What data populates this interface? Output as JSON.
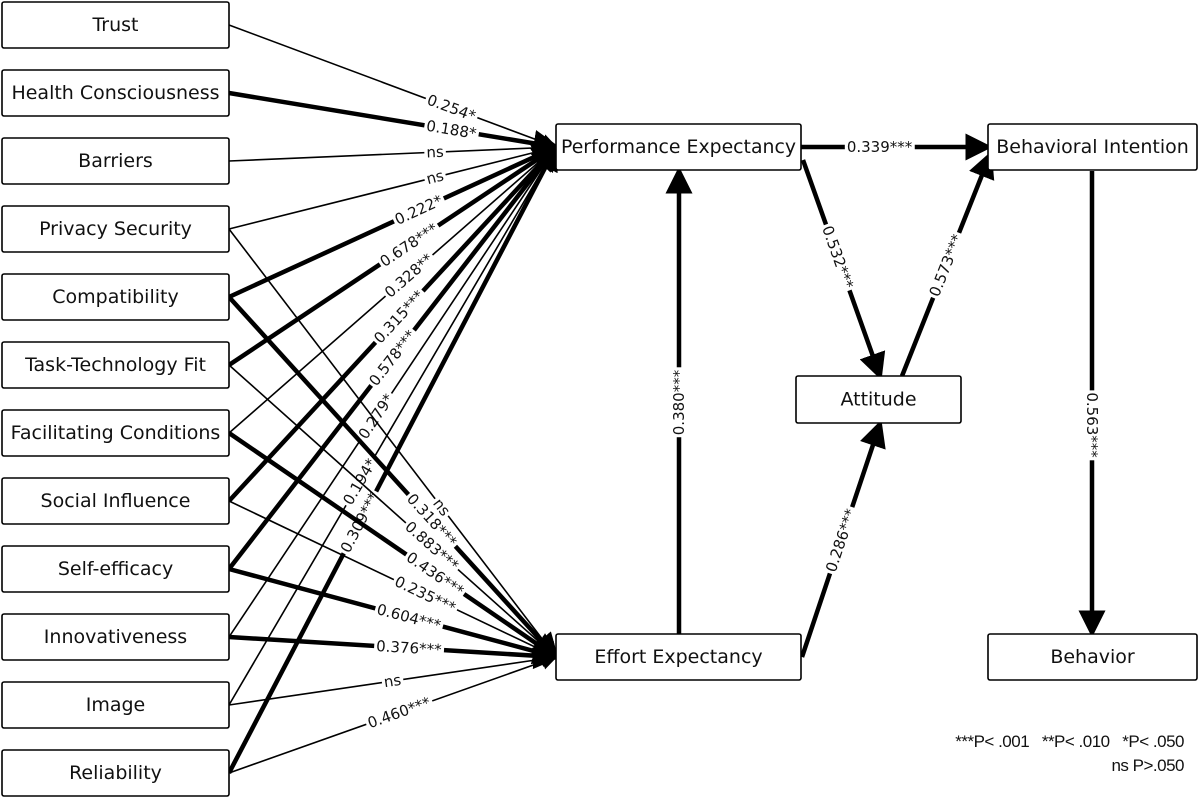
{
  "colors": {
    "line": "#000000",
    "box_fill": "#ffffff",
    "text": "#111111"
  },
  "nodes": {
    "trust": "Trust",
    "health": "Health Consciousness",
    "barriers": "Barriers",
    "privacy": "Privacy Security",
    "compat": "Compatibility",
    "ttf": "Task-Technology Fit",
    "fc": "Facilitating Conditions",
    "si": "Social Influence",
    "se": "Self-efficacy",
    "innov": "Innovativeness",
    "image": "Image",
    "reliab": "Reliability",
    "pe": "Performance Expectancy",
    "ee": "Effort Expectancy",
    "att": "Attitude",
    "bi": "Behavioral Intention",
    "beh": "Behavior"
  },
  "predictors": [
    "trust",
    "health",
    "barriers",
    "privacy",
    "compat",
    "ttf",
    "fc",
    "si",
    "se",
    "innov",
    "image",
    "reliab"
  ],
  "edges": [
    {
      "from": "trust",
      "to": "pe",
      "label": "0.254*",
      "significant": true,
      "strong": false
    },
    {
      "from": "health",
      "to": "pe",
      "label": "0.188*",
      "significant": true,
      "strong": true
    },
    {
      "from": "barriers",
      "to": "pe",
      "label": "ns",
      "significant": false,
      "strong": false
    },
    {
      "from": "privacy",
      "to": "pe",
      "label": "ns",
      "significant": false,
      "strong": false
    },
    {
      "from": "compat",
      "to": "pe",
      "label": "0.222*",
      "significant": true,
      "strong": true
    },
    {
      "from": "ttf",
      "to": "pe",
      "label": "0.678***",
      "significant": true,
      "strong": true
    },
    {
      "from": "fc",
      "to": "pe",
      "label": "0.328**",
      "significant": true,
      "strong": false
    },
    {
      "from": "si",
      "to": "pe",
      "label": "0.315***",
      "significant": true,
      "strong": true
    },
    {
      "from": "se",
      "to": "pe",
      "label": "0.578***",
      "significant": true,
      "strong": true
    },
    {
      "from": "innov",
      "to": "pe",
      "label": "0.279*",
      "significant": true,
      "strong": false
    },
    {
      "from": "image",
      "to": "pe",
      "label": "0.194*",
      "significant": true,
      "strong": false
    },
    {
      "from": "reliab",
      "to": "pe",
      "label": "0.309***",
      "significant": true,
      "strong": true
    },
    {
      "from": "privacy",
      "to": "ee",
      "label": "ns",
      "significant": false,
      "strong": false
    },
    {
      "from": "compat",
      "to": "ee",
      "label": "0.318***",
      "significant": true,
      "strong": true
    },
    {
      "from": "ttf",
      "to": "ee",
      "label": "0.883***",
      "significant": true,
      "strong": false
    },
    {
      "from": "fc",
      "to": "ee",
      "label": "0.436***",
      "significant": true,
      "strong": true
    },
    {
      "from": "si",
      "to": "ee",
      "label": "0.235***",
      "significant": true,
      "strong": false
    },
    {
      "from": "se",
      "to": "ee",
      "label": "0.604***",
      "significant": true,
      "strong": true
    },
    {
      "from": "innov",
      "to": "ee",
      "label": "0.376***",
      "significant": true,
      "strong": true
    },
    {
      "from": "image",
      "to": "ee",
      "label": "ns",
      "significant": false,
      "strong": false
    },
    {
      "from": "reliab",
      "to": "ee",
      "label": "0.460***",
      "significant": true,
      "strong": false
    },
    {
      "from": "ee",
      "to": "pe",
      "label": "0.380***",
      "significant": true,
      "strong": true
    },
    {
      "from": "pe",
      "to": "bi",
      "label": "0.339***",
      "significant": true,
      "strong": true
    },
    {
      "from": "pe",
      "to": "att",
      "label": "0.532***",
      "significant": true,
      "strong": true
    },
    {
      "from": "ee",
      "to": "att",
      "label": "0.286***",
      "significant": true,
      "strong": true
    },
    {
      "from": "att",
      "to": "bi",
      "label": "0.573***",
      "significant": true,
      "strong": true
    },
    {
      "from": "bi",
      "to": "beh",
      "label": "0.563***",
      "significant": true,
      "strong": true
    }
  ],
  "legend": {
    "line1": "***P< .001   **P< .010   *P< .050",
    "line2": "ns P>.050"
  }
}
